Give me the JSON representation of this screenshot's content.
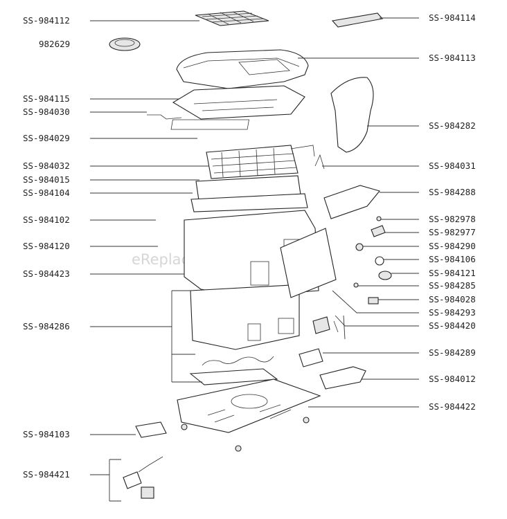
{
  "watermark": "eReplacementParts.com",
  "left_labels": [
    "SS-984112",
    "982629",
    "SS-984115",
    "SS-984030",
    "SS-984029",
    "SS-984032",
    "SS-984015",
    "SS-984104",
    "SS-984102",
    "SS-984120",
    "SS-984423",
    "SS-984286",
    "SS-984103",
    "SS-984421"
  ],
  "right_labels": [
    "SS-984114",
    "SS-984113",
    "SS-984282",
    "SS-984031",
    "SS-984288",
    "SS-982978",
    "SS-982977",
    "SS-984290",
    "SS-984106",
    "SS-984121",
    "SS-984285",
    "SS-984028",
    "SS-984293",
    "SS-984420",
    "SS-984289",
    "SS-984012",
    "SS-984422"
  ]
}
